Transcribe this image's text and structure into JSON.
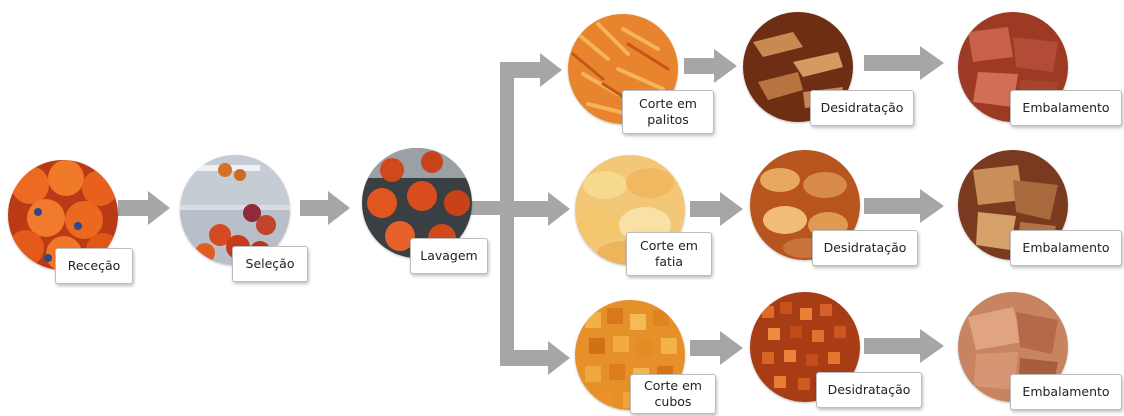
{
  "colors": {
    "arrow": "#a6a6a6",
    "label_border": "#bdbdbd"
  },
  "steps": {
    "rececao": {
      "label": "Receção",
      "image": "whole-persimmons-photo"
    },
    "selecao": {
      "label": "Seleção",
      "image": "sorting-persimmons-photo"
    },
    "lavagem": {
      "label": "Lavagem",
      "image": "washed-persimmons-photo"
    }
  },
  "branches": [
    {
      "cut": {
        "label": "Corte em\npalitos",
        "image": "sticks-cut-photo"
      },
      "dry": {
        "label": "Desidratação",
        "image": "dried-sticks-photo"
      },
      "pack": {
        "label": "Embalamento",
        "image": "packed-sticks-photo"
      }
    },
    {
      "cut": {
        "label": "Corte em\nfatia",
        "image": "slices-cut-photo"
      },
      "dry": {
        "label": "Desidratação",
        "image": "dried-slices-photo"
      },
      "pack": {
        "label": "Embalamento",
        "image": "packed-slices-photo"
      }
    },
    {
      "cut": {
        "label": "Corte em\ncubos",
        "image": "cubes-cut-photo"
      },
      "dry": {
        "label": "Desidratação",
        "image": "dried-cubes-photo"
      },
      "pack": {
        "label": "Embalamento",
        "image": "packed-cubes-photo"
      }
    }
  ]
}
